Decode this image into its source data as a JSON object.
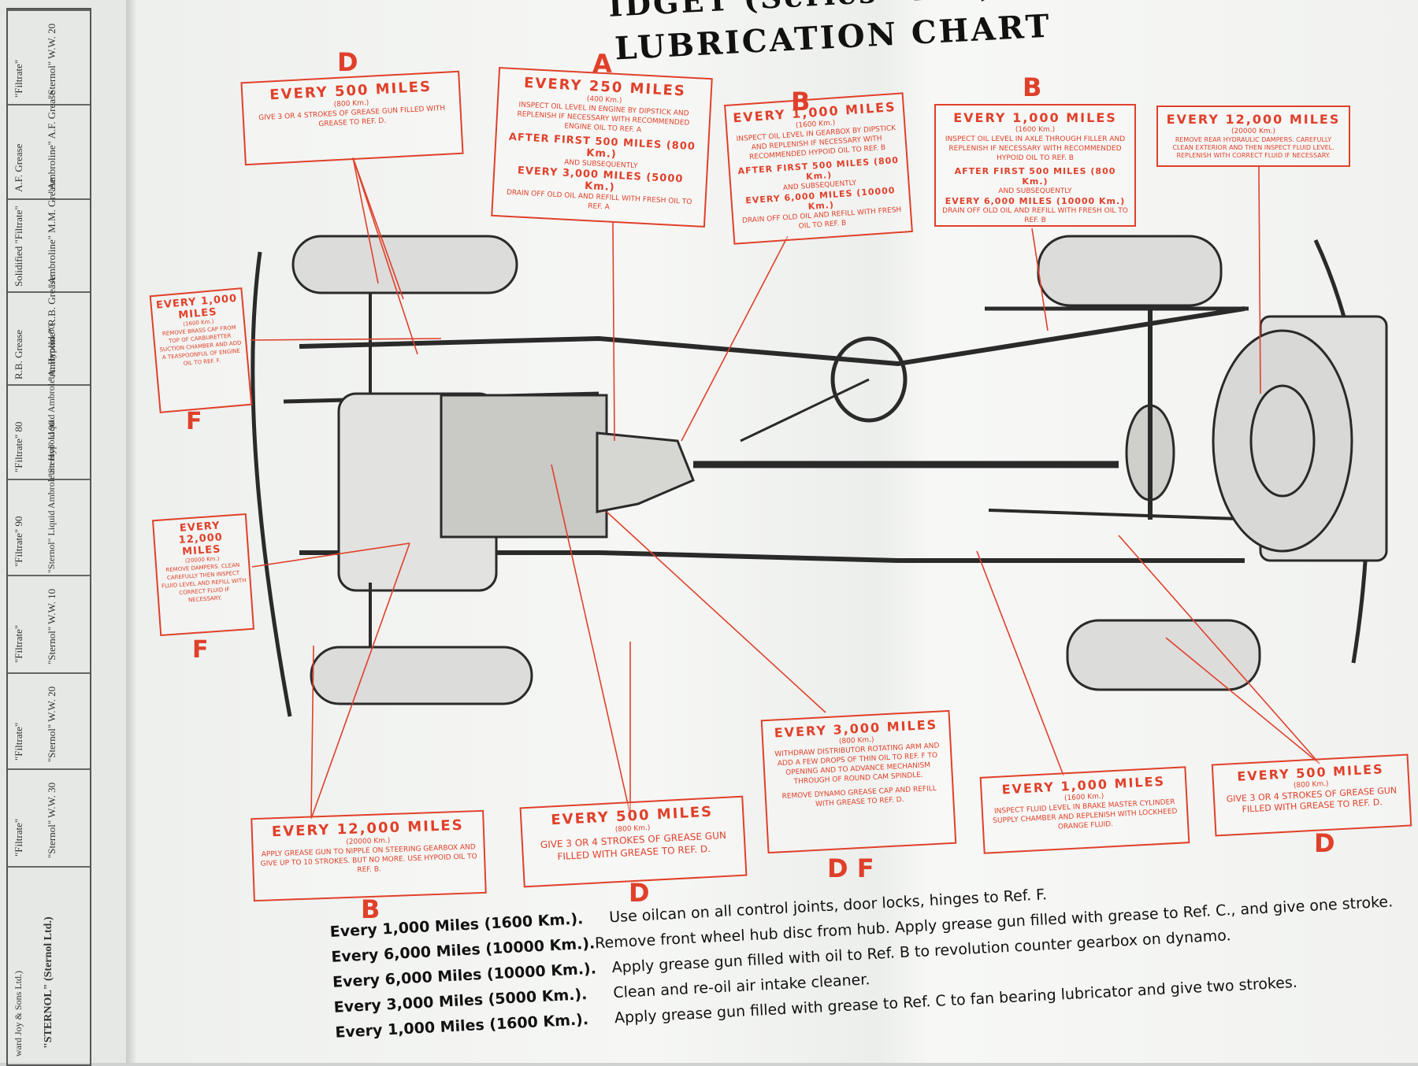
{
  "colors": {
    "accent": "#e0402a",
    "ink": "#222222",
    "paper": "#f3f4f2"
  },
  "title": {
    "line1": "IDGET (Series \"TD\")",
    "line2": "LUBRICATION CHART"
  },
  "table": {
    "columns": [
      {
        "brand": "\"Filtrate\"",
        "grade": "\"Sternol\" W.W. 20"
      },
      {
        "brand": "A.F. Grease",
        "grade": "\"Ambroline\" A.F. Grease"
      },
      {
        "brand": "Solidified \"Filtrate\"",
        "grade": "\"Ambroline\" M.M. Grease"
      },
      {
        "brand": "R.B. Grease",
        "grade": "\"Ambroline\" R.B. Grease"
      },
      {
        "brand": "\"Filtrate\" 80",
        "grade": "\"Sternol\" Liquid Ambroleum Hypoid 80"
      },
      {
        "brand": "\"Filtrate\" 90",
        "grade": "\"Sternol\" Liquid Ambroleum Hypoid 90"
      },
      {
        "brand": "\"Filtrate\"",
        "grade": "\"Sternol\" W.W. 10"
      },
      {
        "brand": "\"Filtrate\"",
        "grade": "\"Sternol\" W.W. 20"
      },
      {
        "brand": "\"Filtrate\"",
        "grade": "\"Sternol\" W.W. 30"
      }
    ],
    "makers": [
      "\"STERNOL\" (Sternol Ltd.)",
      "ward Joy & Sons Ltd.)"
    ]
  },
  "boxes": {
    "d_top": {
      "head": "EVERY 500 MILES",
      "sub": "(800 Km.)",
      "body": "GIVE 3 OR 4 STROKES OF GREASE GUN FILLED WITH GREASE TO REF. D.",
      "ref": "D"
    },
    "a_top": {
      "head": "EVERY 250 MILES",
      "sub": "(400 Km.)",
      "body": "INSPECT OIL LEVEL IN ENGINE BY DIPSTICK AND REPLENISH IF NECESSARY WITH RECOMMENDED ENGINE OIL TO REF. A",
      "mid1": "AFTER FIRST 500 MILES (800 Km.)",
      "mid1sub": "AND SUBSEQUENTLY",
      "mid2": "EVERY 3,000 MILES (5000 Km.)",
      "tail": "DRAIN OFF OLD OIL AND REFILL WITH FRESH OIL TO REF. A",
      "ref": "A"
    },
    "b_gear": {
      "head": "EVERY 1,000 MILES",
      "sub": "(1600 Km.)",
      "body": "INSPECT OIL LEVEL IN GEARBOX BY DIPSTICK AND REPLENISH IF NECESSARY WITH RECOMMENDED HYPOID OIL TO REF. B",
      "mid1": "AFTER FIRST 500 MILES (800 Km.)",
      "mid1sub": "AND SUBSEQUENTLY",
      "mid2": "EVERY 6,000 MILES (10000 Km.)",
      "tail": "DRAIN OFF OLD OIL AND REFILL WITH FRESH OIL TO REF. B",
      "ref": "B"
    },
    "b_axle": {
      "head": "EVERY 1,000 MILES",
      "sub": "(1600 Km.)",
      "body": "INSPECT OIL LEVEL IN AXLE THROUGH FILLER AND REPLENISH IF NECESSARY WITH RECOMMENDED HYPOID OIL TO REF. B",
      "mid1": "AFTER FIRST 500 MILES (800 Km.)",
      "mid1sub": "AND SUBSEQUENTLY",
      "mid2": "EVERY 6,000 MILES (10000 Km.)",
      "tail": "DRAIN OFF OLD OIL AND REFILL WITH FRESH OIL TO REF. B",
      "ref": "B"
    },
    "damper_rear": {
      "head": "EVERY 12,000 MILES",
      "sub": "(20000 Km.)",
      "body": "REMOVE REAR HYDRAULIC DAMPERS. CAREFULLY CLEAN EXTERIOR AND THEN INSPECT FLUID LEVEL. REPLENISH WITH CORRECT FLUID IF NECESSARY."
    },
    "f_carb": {
      "head": "EVERY 1,000 MILES",
      "sub": "(1600 Km.)",
      "body": "REMOVE BRASS CAP FROM TOP OF CARBURETTER SUCTION CHAMBER AND ADD A TEASPOONFUL OF ENGINE OIL TO REF. F.",
      "ref": "F"
    },
    "f_damper": {
      "head": "EVERY 12,000 MILES",
      "sub": "(20000 Km.)",
      "body": "REMOVE DAMPERS. CLEAN CAREFULLY THEN INSPECT FLUID LEVEL AND REFILL WITH CORRECT FLUID IF NECESSARY.",
      "ref": "F"
    },
    "b_steer": {
      "head": "EVERY 12,000 MILES",
      "sub": "(20000 Km.)",
      "body": "APPLY GREASE GUN TO NIPPLE ON STEERING GEARBOX AND GIVE UP TO 10 STROKES. BUT NO MORE. USE HYPOID OIL TO REF. B.",
      "ref": "B"
    },
    "d_mid": {
      "head": "EVERY 500 MILES",
      "sub": "(800 Km.)",
      "body": "GIVE 3 OR 4 STROKES OF GREASE GUN FILLED WITH GREASE TO REF. D.",
      "ref": "D"
    },
    "df_dist": {
      "head": "EVERY 3,000 MILES",
      "sub": "(800 Km.)",
      "body": "WITHDRAW DISTRIBUTOR ROTATING ARM AND ADD A FEW DROPS OF THIN OIL TO REF. F TO OPENING AND TO ADVANCE MECHANISM THROUGH OF ROUND CAM SPINDLE.",
      "tail": "REMOVE DYNAMO GREASE CAP AND REFILL WITH GREASE TO REF. D.",
      "ref": "D F"
    },
    "brake": {
      "head": "EVERY 1,000 MILES",
      "sub": "(1600 Km.)",
      "body": "INSPECT FLUID LEVEL IN BRAKE MASTER CYLINDER SUPPLY CHAMBER AND REPLENISH WITH LOCKHEED ORANGE FLUID."
    },
    "d_right": {
      "head": "EVERY 500 MILES",
      "sub": "(800 Km.)",
      "body": "GIVE 3 OR 4 STROKES OF GREASE GUN FILLED WITH GREASE TO REF. D.",
      "ref": "D"
    }
  },
  "instructions": [
    {
      "interval": "Every 1,000 Miles (1600 Km.).",
      "action": "Use oilcan on all control joints, door locks, hinges to Ref. F."
    },
    {
      "interval": "Every 6,000 Miles (10000 Km.).",
      "action": "Remove front wheel hub disc from hub.  Apply grease gun filled with grease to Ref. C., and give one stroke."
    },
    {
      "interval": "Every 6,000 Miles (10000 Km.).",
      "action": "Apply grease gun filled with oil to Ref. B to revolution counter gearbox on dynamo."
    },
    {
      "interval": "Every 3,000 Miles (5000 Km.).",
      "action": "Clean and re-oil air intake cleaner."
    },
    {
      "interval": "Every 1,000 Miles (1600 Km.).",
      "action": "Apply grease gun filled with grease to Ref. C to fan bearing lubricator and give two strokes."
    }
  ]
}
